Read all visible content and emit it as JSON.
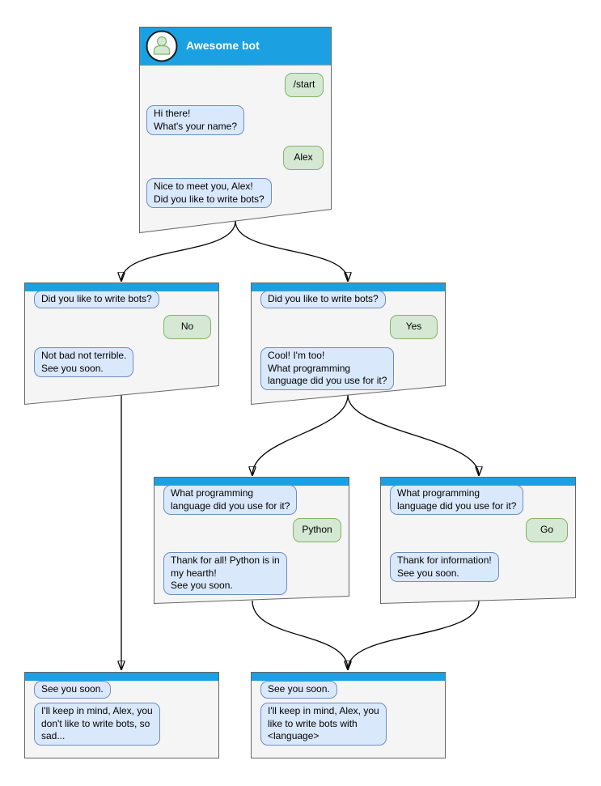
{
  "colors": {
    "header_blue": "#1ba1e2",
    "window_fill": "#f5f5f5",
    "window_border": "#666666",
    "bot_bubble_fill": "#dae8fc",
    "bot_bubble_border": "#6c8ebf",
    "user_bubble_fill": "#d5e8d4",
    "user_bubble_border": "#82b366",
    "arrow_color": "#000000"
  },
  "windows": [
    {
      "id": "start",
      "title": "Awesome bot",
      "avatar_icon": "person-icon",
      "messages": [
        {
          "from": "user",
          "text": "/start"
        },
        {
          "from": "bot",
          "text": "Hi there!\nWhat's your name?"
        },
        {
          "from": "user",
          "text": "Alex"
        },
        {
          "from": "bot",
          "text": "Nice to meet you, Alex!\nDid you like to write bots?"
        }
      ]
    },
    {
      "id": "branch-no",
      "messages": [
        {
          "from": "bot",
          "text": "Did you like to write bots?"
        },
        {
          "from": "user",
          "text": "No"
        },
        {
          "from": "bot",
          "text": "Not bad not terrible.\nSee you soon."
        }
      ]
    },
    {
      "id": "branch-yes",
      "messages": [
        {
          "from": "bot",
          "text": "Did you like to write bots?"
        },
        {
          "from": "user",
          "text": "Yes"
        },
        {
          "from": "bot",
          "text": "Cool! I'm too!\nWhat programming\nlanguage did you use for it?"
        }
      ]
    },
    {
      "id": "lang-python",
      "messages": [
        {
          "from": "bot",
          "text": "What programming\nlanguage did you use for it?"
        },
        {
          "from": "user",
          "text": "Python"
        },
        {
          "from": "bot",
          "text": "Thank for all! Python is in\nmy hearth!\nSee you soon."
        }
      ]
    },
    {
      "id": "lang-go",
      "messages": [
        {
          "from": "bot",
          "text": "What programming\nlanguage did you use for it?"
        },
        {
          "from": "user",
          "text": "Go"
        },
        {
          "from": "bot",
          "text": "Thank for information!\nSee you soon."
        }
      ]
    },
    {
      "id": "end-negative",
      "messages": [
        {
          "from": "bot",
          "text": "See you soon."
        },
        {
          "from": "bot",
          "text": "I'll keep in mind, Alex, you\ndon't like to write bots, so\nsad..."
        }
      ]
    },
    {
      "id": "end-positive",
      "messages": [
        {
          "from": "bot",
          "text": "See you soon."
        },
        {
          "from": "bot",
          "text": "I'll keep in mind, Alex, you\nlike to write bots with\n<language>"
        }
      ]
    }
  ],
  "connections": [
    {
      "from": "start",
      "to": "branch-no"
    },
    {
      "from": "start",
      "to": "branch-yes"
    },
    {
      "from": "branch-no",
      "to": "end-negative"
    },
    {
      "from": "branch-yes",
      "to": "lang-python"
    },
    {
      "from": "branch-yes",
      "to": "lang-go"
    },
    {
      "from": "lang-python",
      "to": "end-positive"
    },
    {
      "from": "lang-go",
      "to": "end-positive"
    }
  ]
}
